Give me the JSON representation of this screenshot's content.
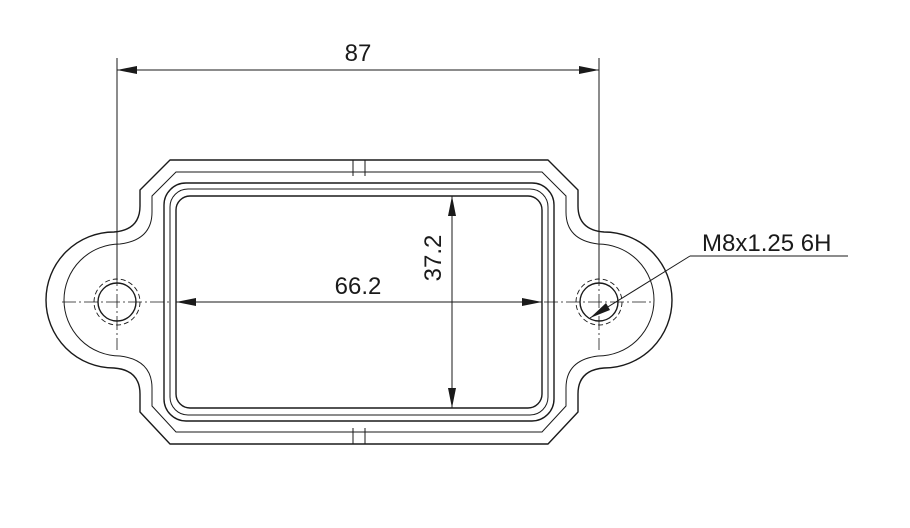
{
  "dimensions": {
    "hole_spacing": "87",
    "window_width": "66.2",
    "window_height": "37.2",
    "thread_callout": "M8x1.25 6H"
  }
}
